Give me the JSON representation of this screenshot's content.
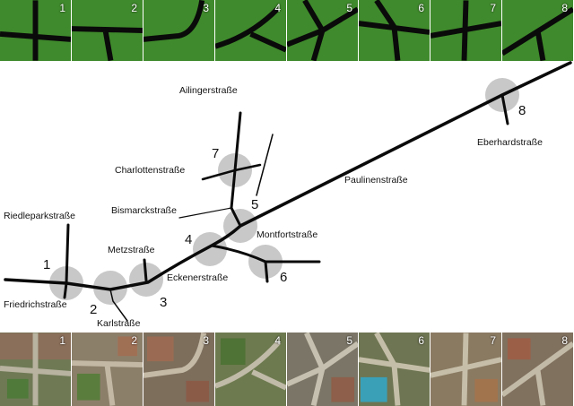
{
  "colors": {
    "road": "#0a0a0a",
    "circle": "#c8c8c8",
    "grass": "#3f8a2c",
    "aerial": "#7c7a63",
    "marker": "#d04dd6"
  },
  "top_tiles": [
    {
      "label": "1"
    },
    {
      "label": "2"
    },
    {
      "label": "3"
    },
    {
      "label": "4"
    },
    {
      "label": "5"
    },
    {
      "label": "6"
    },
    {
      "label": "7"
    },
    {
      "label": "8"
    }
  ],
  "bottom_tiles": [
    {
      "label": "1"
    },
    {
      "label": "2"
    },
    {
      "label": "3"
    },
    {
      "label": "4"
    },
    {
      "label": "5"
    },
    {
      "label": "6"
    },
    {
      "label": "7"
    },
    {
      "label": "8"
    }
  ],
  "streets": {
    "ailinger": "Ailingerstraße",
    "charlotten": "Charlottenstraße",
    "bismarck": "Bismarckstraße",
    "riedlepark": "Riedleparkstraße",
    "metz": "Metzstraße",
    "friedrich": "Friedrichstraße",
    "karl": "Karlstraße",
    "eckener": "Eckenerstraße",
    "montfort": "Montfortstraße",
    "paulinen": "Paulinenstraße",
    "eberhard": "Eberhardstraße"
  },
  "intersections": [
    "1",
    "2",
    "3",
    "4",
    "5",
    "6",
    "7",
    "8"
  ]
}
